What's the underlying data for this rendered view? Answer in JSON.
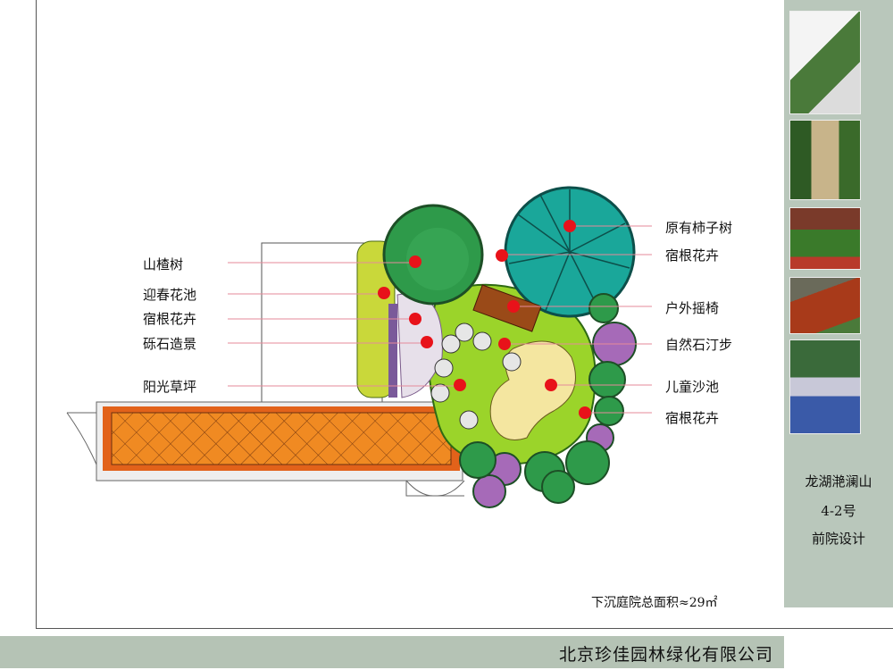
{
  "plan": {
    "left_labels": [
      "山楂树",
      "迎春花池",
      "宿根花卉",
      "砾石造景",
      "阳光草坪"
    ],
    "right_labels": [
      "原有柿子树",
      "宿根花卉",
      "户外摇椅",
      "自然石汀步",
      "儿童沙池",
      "宿根花卉"
    ],
    "area_note": "下沉庭院总面积≈29㎡",
    "marker_color": "#e8121a"
  },
  "sidebar": {
    "project_name": "龙湖滟澜山",
    "unit": "4-2号",
    "design_title": "前院设计",
    "photos": [
      "trellis-photo",
      "garden-path-photo",
      "house-garden-photo",
      "brick-patio-photo",
      "deck-stairs-photo"
    ]
  },
  "footer": {
    "company": "北京珍佳园林绿化有限公司"
  },
  "colors": {
    "sidebar": "#b9c7bb",
    "band": "#b5c3b5"
  }
}
